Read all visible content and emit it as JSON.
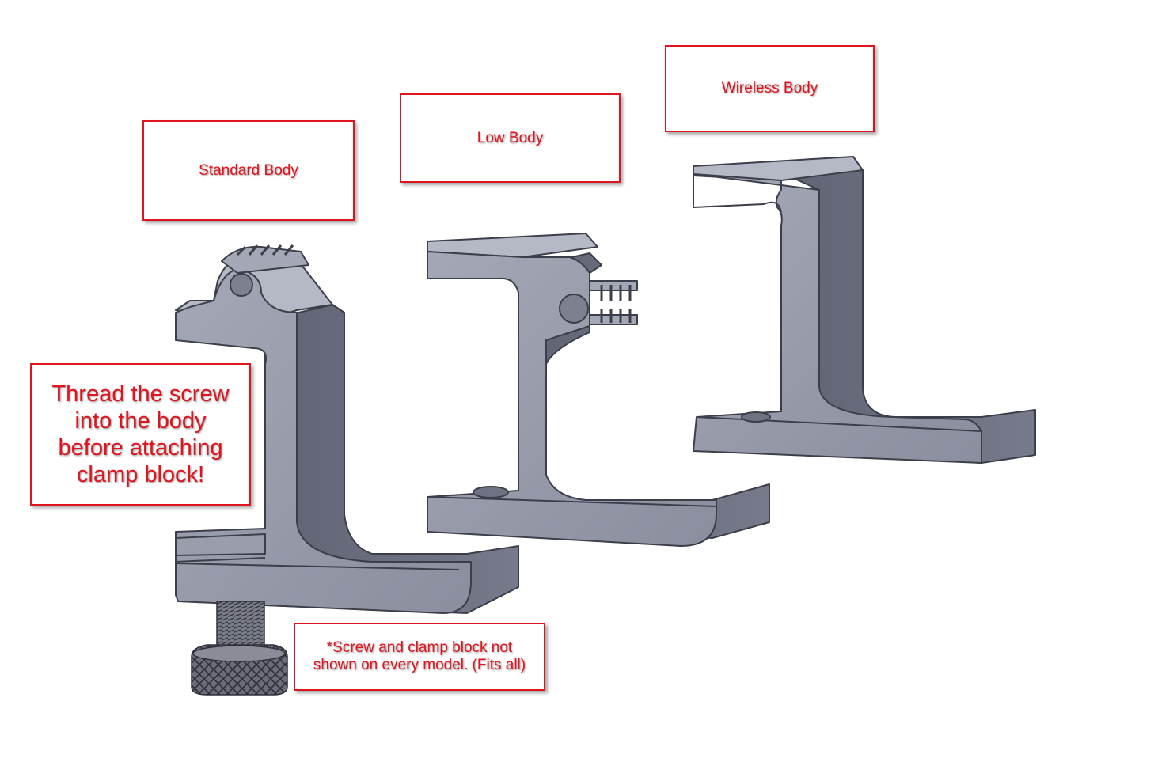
{
  "labels": {
    "standard": "Standard Body",
    "low": "Low Body",
    "wireless": "Wireless Body",
    "thread_note": [
      "Thread the screw",
      "into the body",
      "before attaching",
      "clamp block!"
    ],
    "screw_note": [
      "*Screw and clamp block not",
      "shown on every model. (Fits all)"
    ]
  },
  "colors": {
    "callout_border": "#e0141e",
    "callout_text": "#e0141e",
    "part_face": "#8f93a3",
    "part_side": "#6e7282",
    "part_edge": "#3c3f4a"
  }
}
